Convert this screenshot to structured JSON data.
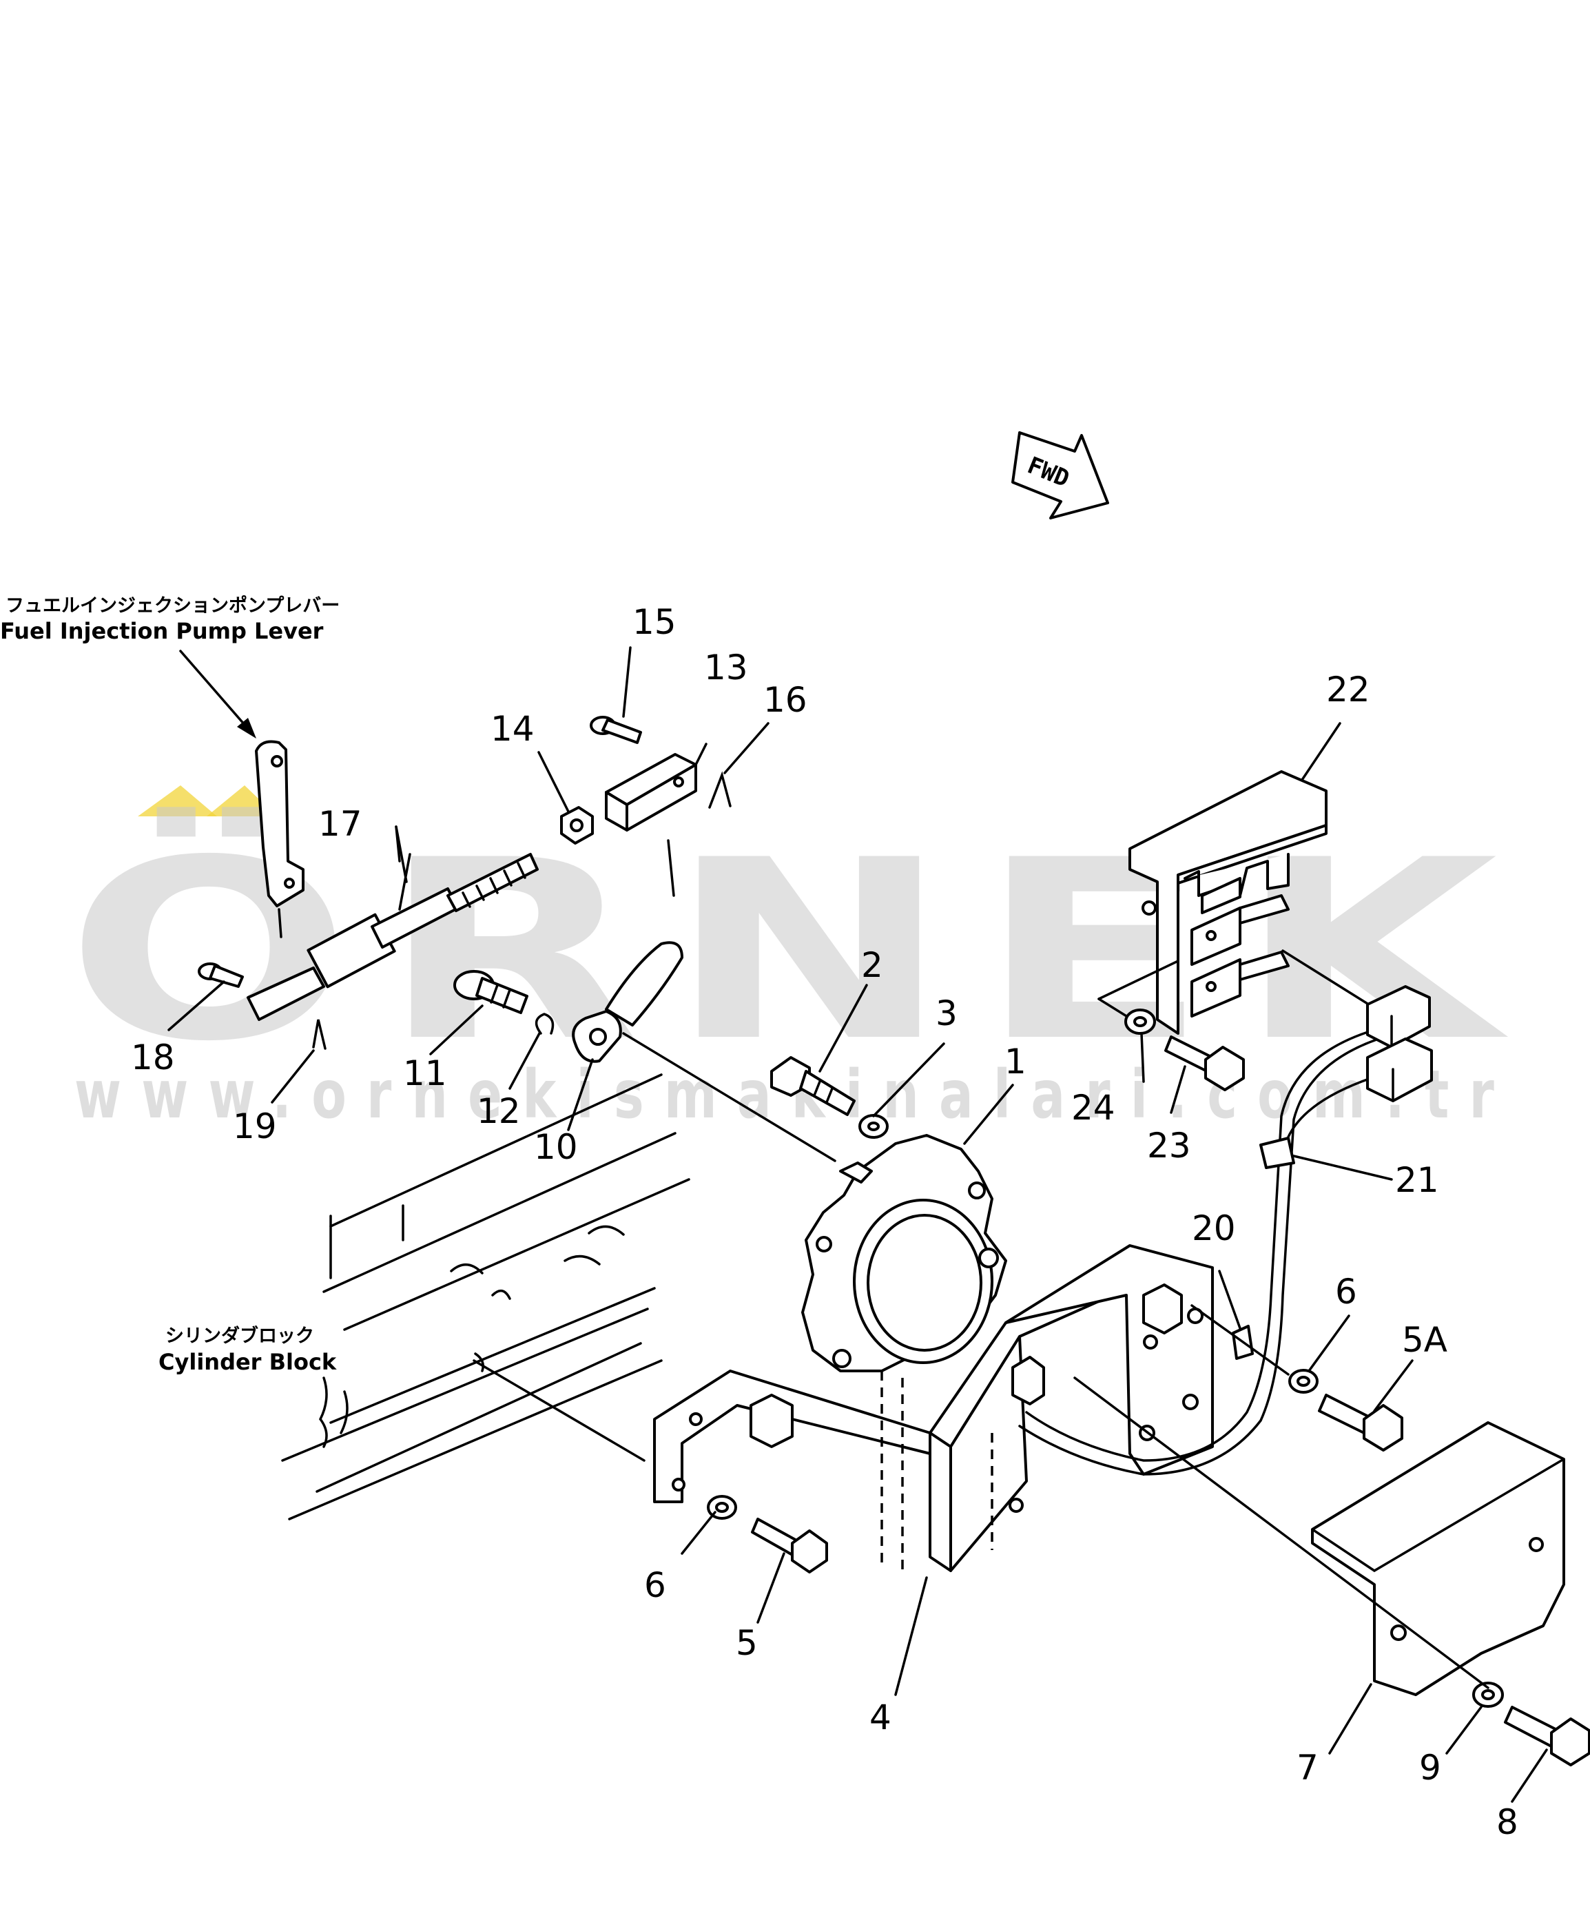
{
  "watermark": {
    "brand": "ÖRNEK",
    "url": "www.ornekismakinalari.com.tr",
    "accent_color": "#f2d43a",
    "text_color": "#c9c9c9"
  },
  "annotations": {
    "fuel_pump_jp": "フュエルインジェクションポンプレバー",
    "fuel_pump_en": "Fuel  Injection  Pump  Lever",
    "cylinder_jp": "シリンダブロック",
    "cylinder_en": "Cylinder  Block",
    "fwd": "FWD"
  },
  "part_labels": {
    "p1": "1",
    "p2": "2",
    "p3": "3",
    "p4": "4",
    "p5": "5",
    "p5a": "5A",
    "p6a": "6",
    "p6b": "6",
    "p7": "7",
    "p8": "8",
    "p9": "9",
    "p10": "10",
    "p11": "11",
    "p12": "12",
    "p13": "13",
    "p14": "14",
    "p15": "15",
    "p16": "16",
    "p17": "17",
    "p18": "18",
    "p19": "19",
    "p20": "20",
    "p21": "21",
    "p22": "22",
    "p23": "23",
    "p24": "24"
  }
}
